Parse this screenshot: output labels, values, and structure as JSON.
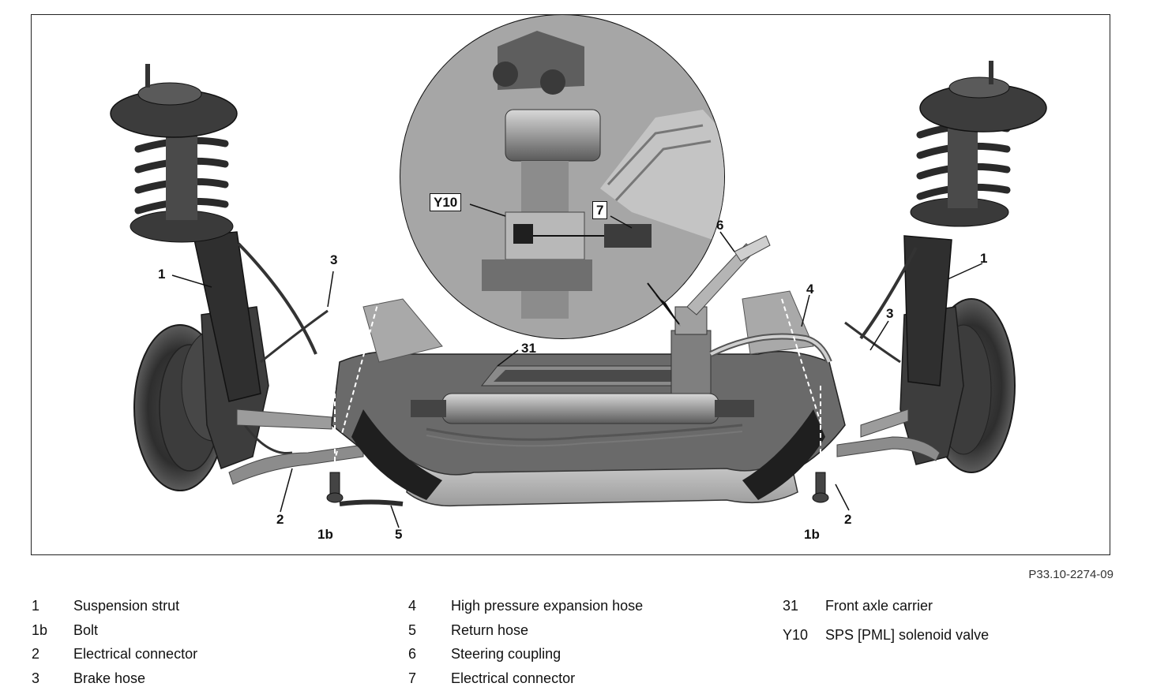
{
  "figure": {
    "code": "P33.10-2274-09",
    "callouts": {
      "c1_left": "1",
      "c1_right": "1",
      "c1b_left": "1b",
      "c1b_right": "1b",
      "c2_left": "2",
      "c2_right": "2",
      "c3_left": "3",
      "c3_right": "3",
      "c4": "4",
      "c5": "5",
      "c6": "6",
      "c7": "7",
      "c31": "31",
      "cY10": "Y10"
    }
  },
  "legend": {
    "col1": [
      {
        "key": "1",
        "desc": "Suspension strut"
      },
      {
        "key": "1b",
        "desc": "Bolt"
      },
      {
        "key": "2",
        "desc": "Electrical connector"
      },
      {
        "key": "3",
        "desc": "Brake hose"
      }
    ],
    "col2": [
      {
        "key": "4",
        "desc": "High pressure expansion hose"
      },
      {
        "key": "5",
        "desc": "Return hose"
      },
      {
        "key": "6",
        "desc": "Steering coupling"
      },
      {
        "key": "7",
        "desc": "Electrical connector"
      }
    ],
    "col3": [
      {
        "key": "31",
        "desc": "Front axle carrier"
      },
      {
        "key": "Y10",
        "desc": "SPS [PML] solenoid valve"
      }
    ]
  },
  "colors": {
    "frame": "#222222",
    "metal_dark": "#3a3a3a",
    "metal_mid": "#7a7a7a",
    "metal_light": "#bdbdbd",
    "carrier": "#b8b8b8"
  }
}
